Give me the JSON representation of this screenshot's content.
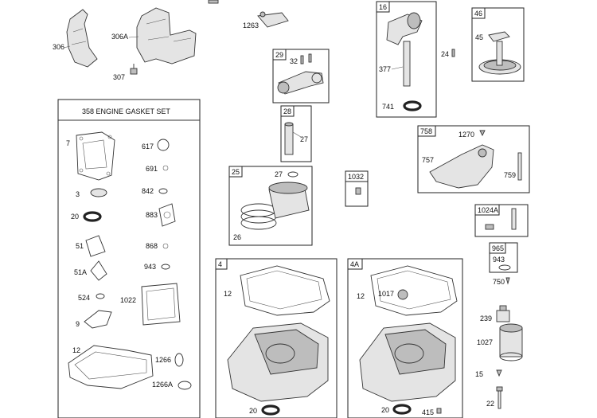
{
  "gasket_set": {
    "title": "358 ENGINE GASKET SET",
    "parts": [
      "7",
      "617",
      "691",
      "3",
      "842",
      "20",
      "883",
      "51",
      "868",
      "51A",
      "943",
      "524",
      "1022",
      "9",
      "12",
      "1266",
      "1266A"
    ]
  },
  "groups": {
    "g16": {
      "tag": "16",
      "parts": [
        "377",
        "741",
        "24"
      ]
    },
    "g46": {
      "tag": "46",
      "parts": [
        "45"
      ]
    },
    "g29": {
      "tag": "29",
      "parts": [
        "32"
      ]
    },
    "g28": {
      "tag": "28",
      "parts": [
        "27"
      ]
    },
    "g25": {
      "tag": "25",
      "parts": [
        "27",
        "26"
      ]
    },
    "g1032": {
      "tag": "1032"
    },
    "g758": {
      "tag": "758",
      "parts": [
        "1270",
        "757",
        "759"
      ]
    },
    "g1024A": {
      "tag": "1024A"
    },
    "g965": {
      "tag": "965",
      "parts": [
        "943",
        "750"
      ]
    },
    "g4": {
      "tag": "4",
      "parts": [
        "12",
        "20"
      ]
    },
    "g4A": {
      "tag": "4A",
      "parts": [
        "12",
        "1017",
        "20",
        "415"
      ]
    }
  },
  "loose_parts": [
    "306",
    "306A",
    "307",
    "1263",
    "239",
    "1027",
    "15",
    "22"
  ]
}
